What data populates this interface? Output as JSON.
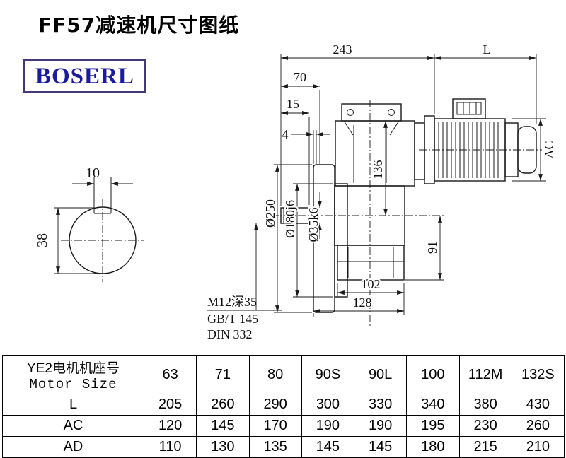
{
  "page": {
    "title": "FF57减速机尺寸图纸",
    "logo_text": "BOSERL"
  },
  "drawing": {
    "labels": {
      "dim_243": "243",
      "dim_L": "L",
      "dim_70": "70",
      "dim_15": "15",
      "dim_4": "4",
      "dim_10": "10",
      "dim_38": "38",
      "dia_250": "Ø250",
      "dia_180": "Ø180j6",
      "dia_35": "Ø35k6",
      "dim_136": "136",
      "dim_AC": "AC",
      "dim_91": "91",
      "dim_102": "102",
      "dim_128": "128",
      "callout_line1": "M12深35",
      "callout_line2": "GB/T 145",
      "callout_line3": "DIN 332"
    }
  },
  "table": {
    "header": {
      "label_cn": "YE2电机机座号",
      "label_en": "Motor Size",
      "sizes": [
        "63",
        "71",
        "80",
        "90S",
        "90L",
        "100",
        "112M",
        "132S"
      ]
    },
    "rows": [
      {
        "label": "L",
        "values": [
          "205",
          "260",
          "290",
          "300",
          "330",
          "340",
          "380",
          "430"
        ]
      },
      {
        "label": "AC",
        "values": [
          "120",
          "145",
          "170",
          "190",
          "190",
          "195",
          "230",
          "260"
        ]
      },
      {
        "label": "AD",
        "values": [
          "110",
          "130",
          "135",
          "145",
          "145",
          "180",
          "215",
          "210"
        ]
      }
    ]
  }
}
